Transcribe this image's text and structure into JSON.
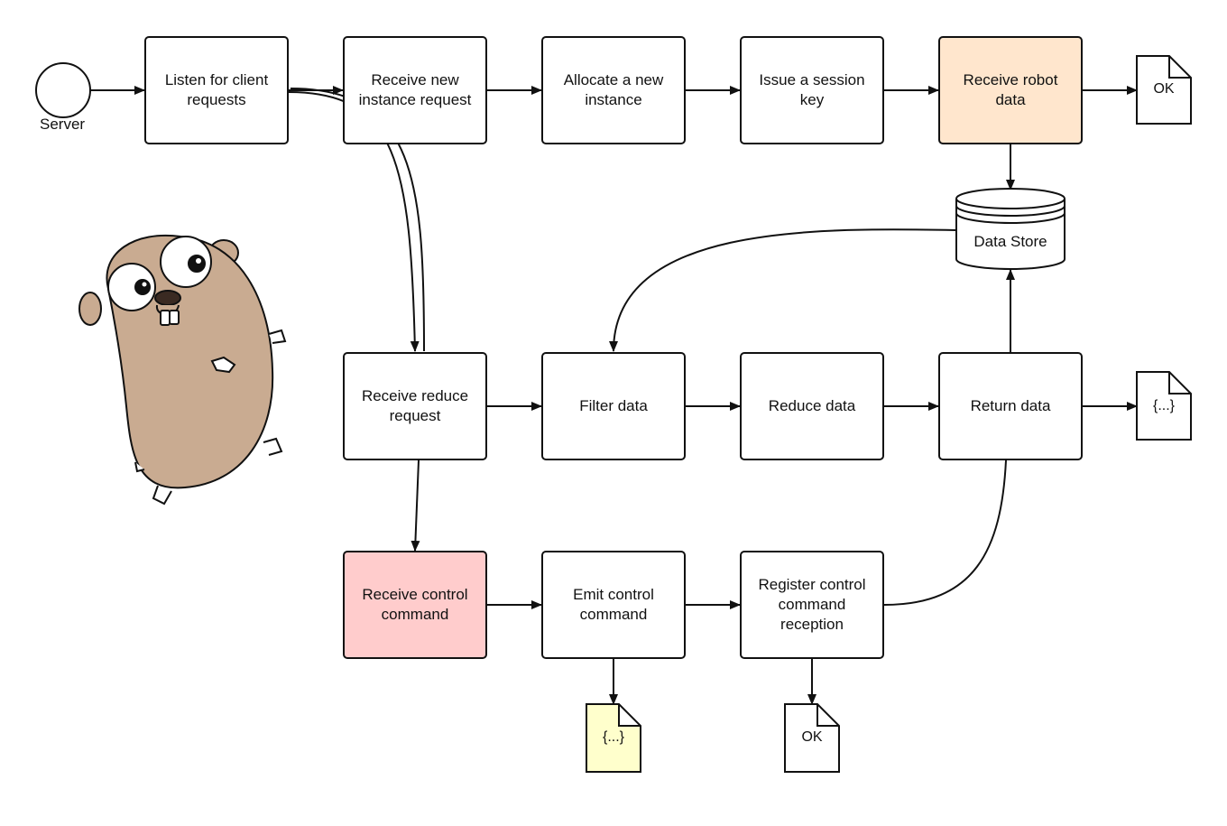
{
  "colors": {
    "stroke": "#111111",
    "robot_fill": "#ffe6cd",
    "control_fill": "#ffcccc",
    "note_fill": "#ffffcc",
    "gopher_fur": "#c9ab91"
  },
  "start": {
    "label": "Server"
  },
  "nodes": {
    "listen": "Listen for client requests",
    "new_instance_req": "Receive new instance request",
    "allocate": "Allocate a new instance",
    "session_key": "Issue a session key",
    "robot_data": "Receive robot data",
    "reduce_req": "Receive reduce request",
    "filter": "Filter data",
    "reduce": "Reduce data",
    "return": "Return data",
    "control_cmd": "Receive control command",
    "emit": "Emit control command",
    "register": "Register control command reception"
  },
  "datastore": {
    "label": "Data Store"
  },
  "documents": {
    "ok_top": "OK",
    "json_right": "{...}",
    "json_bottom": "{...}",
    "ok_bottom": "OK"
  },
  "mascot": {
    "icon": "gopher-icon"
  }
}
